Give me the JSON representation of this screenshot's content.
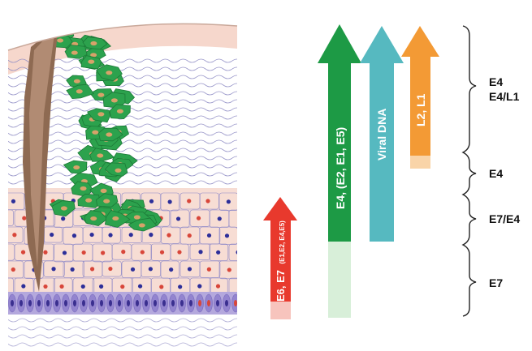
{
  "arrows": [
    {
      "id": "e6e7",
      "label_main": "E6, E7",
      "label_sub": "(E1,E2, E4,E5)",
      "color": "#e8392d",
      "fade_color": "#f7c4bd"
    },
    {
      "id": "e4",
      "label": "E4, (E2, E1, E5)",
      "color": "#1d9a45",
      "fade_color": "#d8efd9"
    },
    {
      "id": "viral",
      "label": "Viral DNA",
      "color": "#56b9c0",
      "fade_color": "#56b9c0"
    },
    {
      "id": "l2l1",
      "label": "L2, L1",
      "color": "#f39a35",
      "fade_color": "#f9d4a8"
    }
  ],
  "braces": [
    {
      "id": "upper",
      "lines": [
        "E4",
        "E4/L1"
      ]
    },
    {
      "id": "mid",
      "lines": [
        "E4"
      ]
    },
    {
      "id": "lower",
      "lines": [
        "E7/E4"
      ]
    },
    {
      "id": "basal",
      "lines": [
        "E7"
      ]
    }
  ],
  "colors": {
    "green_cells": "#2ca24d",
    "skin_pink": "#f7ddd4",
    "cell_outline": "#8a86c7",
    "nucleus_red": "#d8463a",
    "nucleus_blue": "#2d2f9a",
    "basal_purple": "#a99ad6"
  }
}
